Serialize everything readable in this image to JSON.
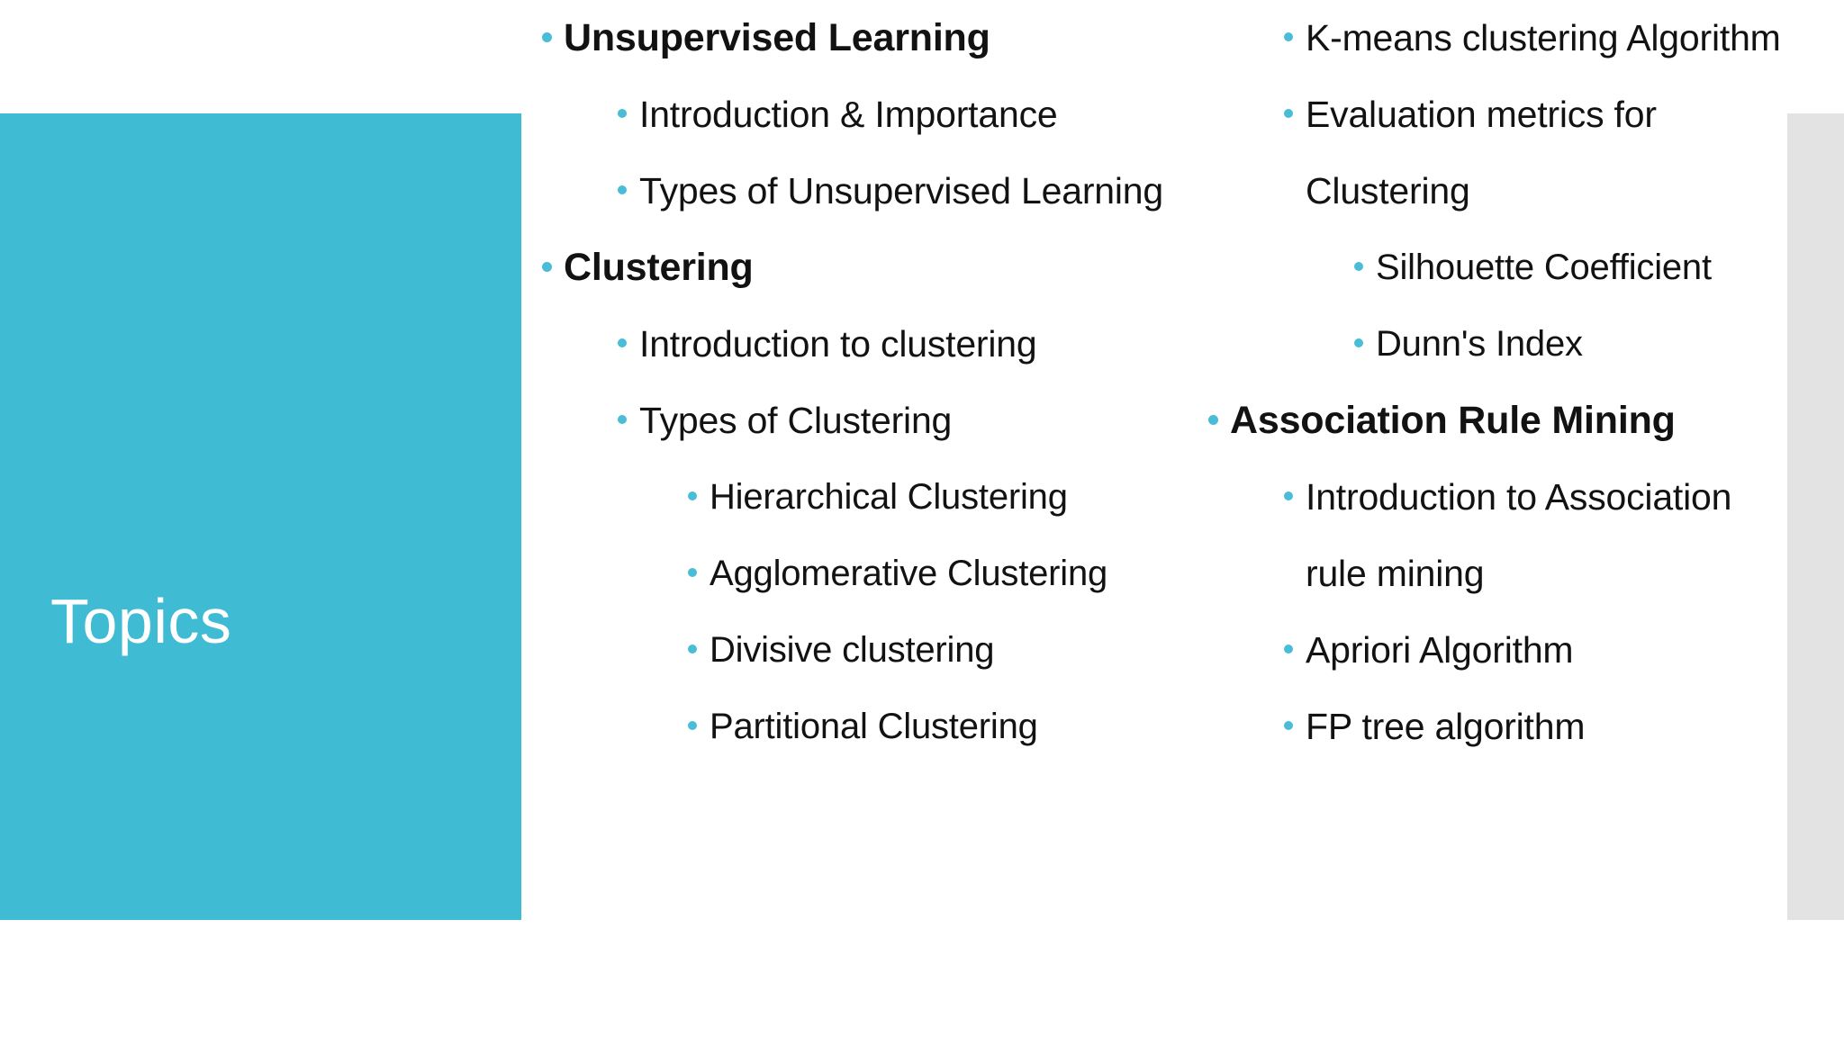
{
  "slide": {
    "title": "Topics",
    "accent_color": "#3FBBD4",
    "bullet_color": "#49BDD5",
    "strip_color": "#E3E3E3",
    "text_color": "#121212",
    "background_color": "#FFFFFF"
  },
  "columns": [
    {
      "name": "left-column",
      "items": [
        {
          "level": 1,
          "text": "Unsupervised Learning"
        },
        {
          "level": 2,
          "text": "Introduction & Importance"
        },
        {
          "level": 2,
          "text": "Types of Unsupervised Learning"
        },
        {
          "level": 1,
          "text": "Clustering"
        },
        {
          "level": 2,
          "text": "Introduction to clustering"
        },
        {
          "level": 2,
          "text": "Types of Clustering"
        },
        {
          "level": 3,
          "text": "Hierarchical Clustering"
        },
        {
          "level": 3,
          "text": "Agglomerative Clustering"
        },
        {
          "level": 3,
          "text": "Divisive clustering"
        },
        {
          "level": 3,
          "text": "Partitional Clustering"
        }
      ]
    },
    {
      "name": "right-column",
      "items": [
        {
          "level": 2,
          "text": "K-means clustering Algorithm"
        },
        {
          "level": 2,
          "text": "Evaluation metrics for Clustering"
        },
        {
          "level": 3,
          "text": "Silhouette Coefficient"
        },
        {
          "level": 3,
          "text": "Dunn's Index"
        },
        {
          "level": 1,
          "text": "Association Rule Mining"
        },
        {
          "level": 2,
          "text": "Introduction to Association rule mining"
        },
        {
          "level": 2,
          "text": "Apriori Algorithm"
        },
        {
          "level": 2,
          "text": "FP tree algorithm"
        }
      ]
    }
  ]
}
